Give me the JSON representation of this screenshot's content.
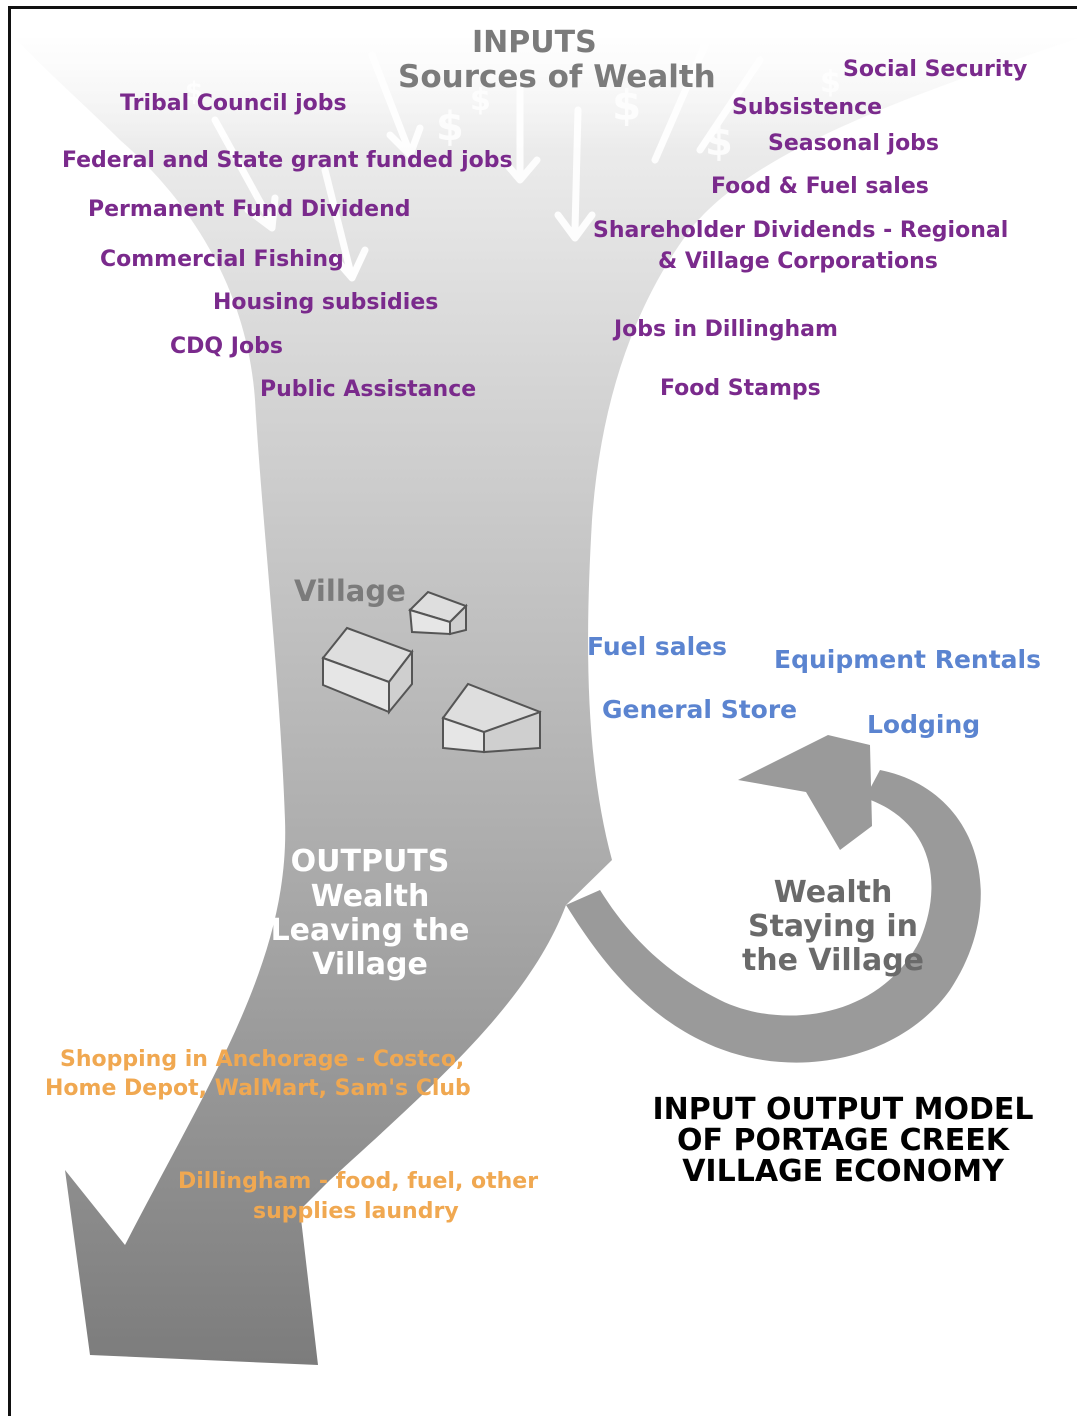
{
  "inputs": {
    "heading": "INPUTS",
    "subheading": "Sources of Wealth",
    "left_items": [
      "Tribal Council jobs",
      "Federal and State grant funded jobs",
      "Permanent Fund Dividend",
      "Commercial Fishing",
      "Housing subsidies",
      "CDQ Jobs",
      "Public Assistance"
    ],
    "right_items": [
      "Social Security",
      "Subsistence",
      "Seasonal jobs",
      "Food & Fuel sales",
      "Shareholder Dividends - Regional",
      "& Village Corporations",
      "Jobs in Dillingham",
      "Food Stamps"
    ]
  },
  "village": {
    "label": "Village"
  },
  "local_businesses": [
    "Fuel sales",
    "Equipment Rentals",
    "General Store",
    "Lodging"
  ],
  "outputs": {
    "heading": "OUTPUTS",
    "lines": [
      "Wealth",
      "Leaving the",
      "Village"
    ],
    "destinations": [
      "Shopping in Anchorage - Costco,",
      "Home Depot, WalMart, Sam's Club",
      "Dillingham - food, fuel, other",
      "supplies laundry"
    ]
  },
  "staying": {
    "lines": [
      "Wealth",
      "Staying in",
      "the Village"
    ]
  },
  "model_title": {
    "lines": [
      "INPUT OUTPUT MODEL",
      "OF PORTAGE CREEK",
      "VILLAGE ECONOMY"
    ]
  },
  "colors": {
    "input_text": "#7a2a8c",
    "business_text": "#5b84d0",
    "output_text": "#f0a851",
    "funnel_light": "#f3f3f3",
    "funnel_dark": "#7f7f7f",
    "return_arrow": "#9a9a9a"
  }
}
